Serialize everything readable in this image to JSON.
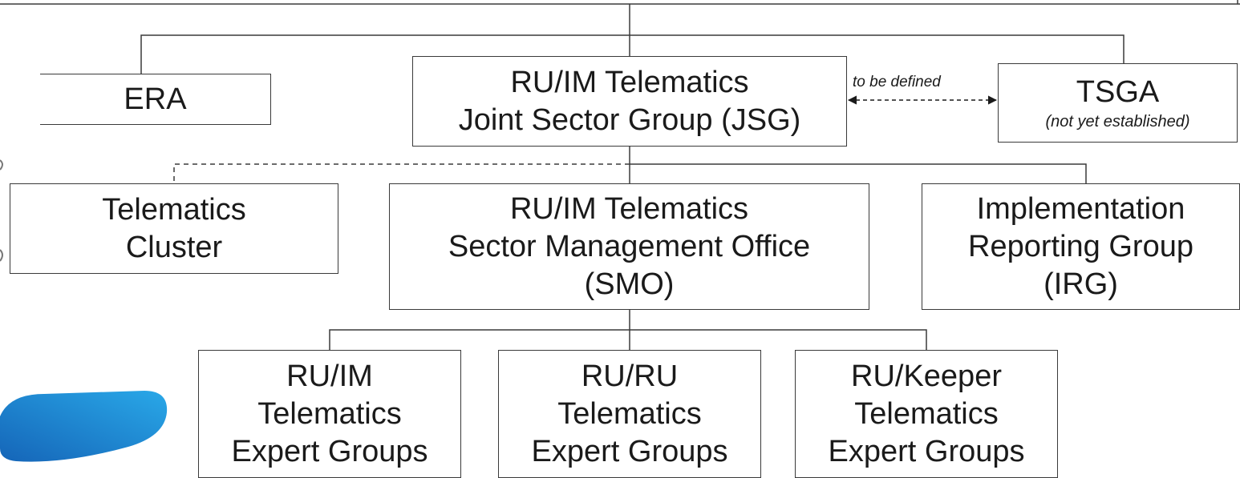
{
  "diagram": {
    "era": {
      "label": "ERA"
    },
    "jsg": {
      "line1": "RU/IM Telematics",
      "line2": "Joint Sector Group (JSG)"
    },
    "tsga": {
      "label": "TSGA",
      "note": "(not yet established)"
    },
    "relation_label": "to be defined",
    "cluster": {
      "line1": "Telematics",
      "line2": "Cluster"
    },
    "smo": {
      "line1": "RU/IM Telematics",
      "line2": "Sector Management Office",
      "line3": "(SMO)"
    },
    "irg": {
      "line1": "Implementation",
      "line2": "Reporting Group",
      "line3": "(IRG)"
    },
    "expert_groups": [
      {
        "line1": "RU/IM",
        "line2": "Telematics",
        "line3": "Expert Groups"
      },
      {
        "line1": "RU/RU",
        "line2": "Telematics",
        "line3": "Expert Groups"
      },
      {
        "line1": "RU/Keeper",
        "line2": "Telematics",
        "line3": "Expert Groups"
      }
    ]
  },
  "colors": {
    "line": "#3a3a3a",
    "logo_start": "#1565b8",
    "logo_end": "#29a8e8"
  }
}
